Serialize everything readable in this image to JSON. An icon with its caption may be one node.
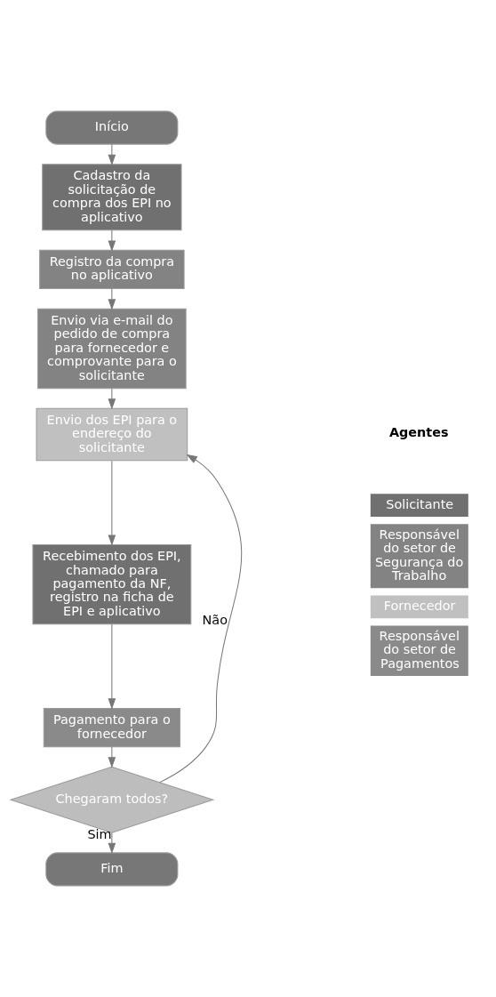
{
  "diagram": {
    "nodes": [
      {
        "text": [
          "Início"
        ]
      },
      {
        "text": [
          "Cadastro da solicitação de compra dos EPI no aplicativo"
        ]
      },
      {
        "text": [
          "Registro da compra no aplicativo"
        ]
      },
      {
        "text": [
          "Envio via e-mail do pedido de compra para fornecedor e comprovante para o solicitante"
        ]
      },
      {
        "text": [
          "Envio dos EPI para o endereço do solicitante"
        ]
      },
      {
        "text": [
          "Recebimento dos EPI, chamado para pagamento da NF, registro na ficha de EPI e aplicativo"
        ]
      },
      {
        "text": [
          "Pagamento para o fornecedor"
        ]
      },
      {
        "text": [
          "Chegaram todos?"
        ]
      },
      {
        "text": [
          "Fim"
        ]
      }
    ],
    "edges": [
      {
        "from": 0,
        "to": 1,
        "arrow": "to"
      },
      {
        "from": 1,
        "to": 2,
        "arrow": "to"
      },
      {
        "from": 2,
        "to": 3,
        "arrow": "to"
      },
      {
        "from": 3,
        "to": 4,
        "arrow": "to"
      },
      {
        "from": 4,
        "to": 5,
        "arrow": "to"
      },
      {
        "from": 5,
        "to": 6,
        "arrow": "to"
      },
      {
        "from": 6,
        "to": 7,
        "arrow": "to"
      },
      {
        "from": 7,
        "to": 4,
        "arrow": "to",
        "label": "Não"
      },
      {
        "from": 7,
        "to": 8,
        "arrow": "to",
        "label": "Sim"
      }
    ],
    "labels": [
      "Agentes"
    ],
    "legend": [
      {
        "text": "Solicitante",
        "color": "#707070"
      },
      {
        "text": "Responsável do setor de Segurança do Trabalho",
        "color": "#838383"
      },
      {
        "text": "Fornecedor",
        "color": "#c0c0c0"
      },
      {
        "text": "Responsável do setor de Pagamentos",
        "color": "#8a8a8a"
      }
    ]
  }
}
